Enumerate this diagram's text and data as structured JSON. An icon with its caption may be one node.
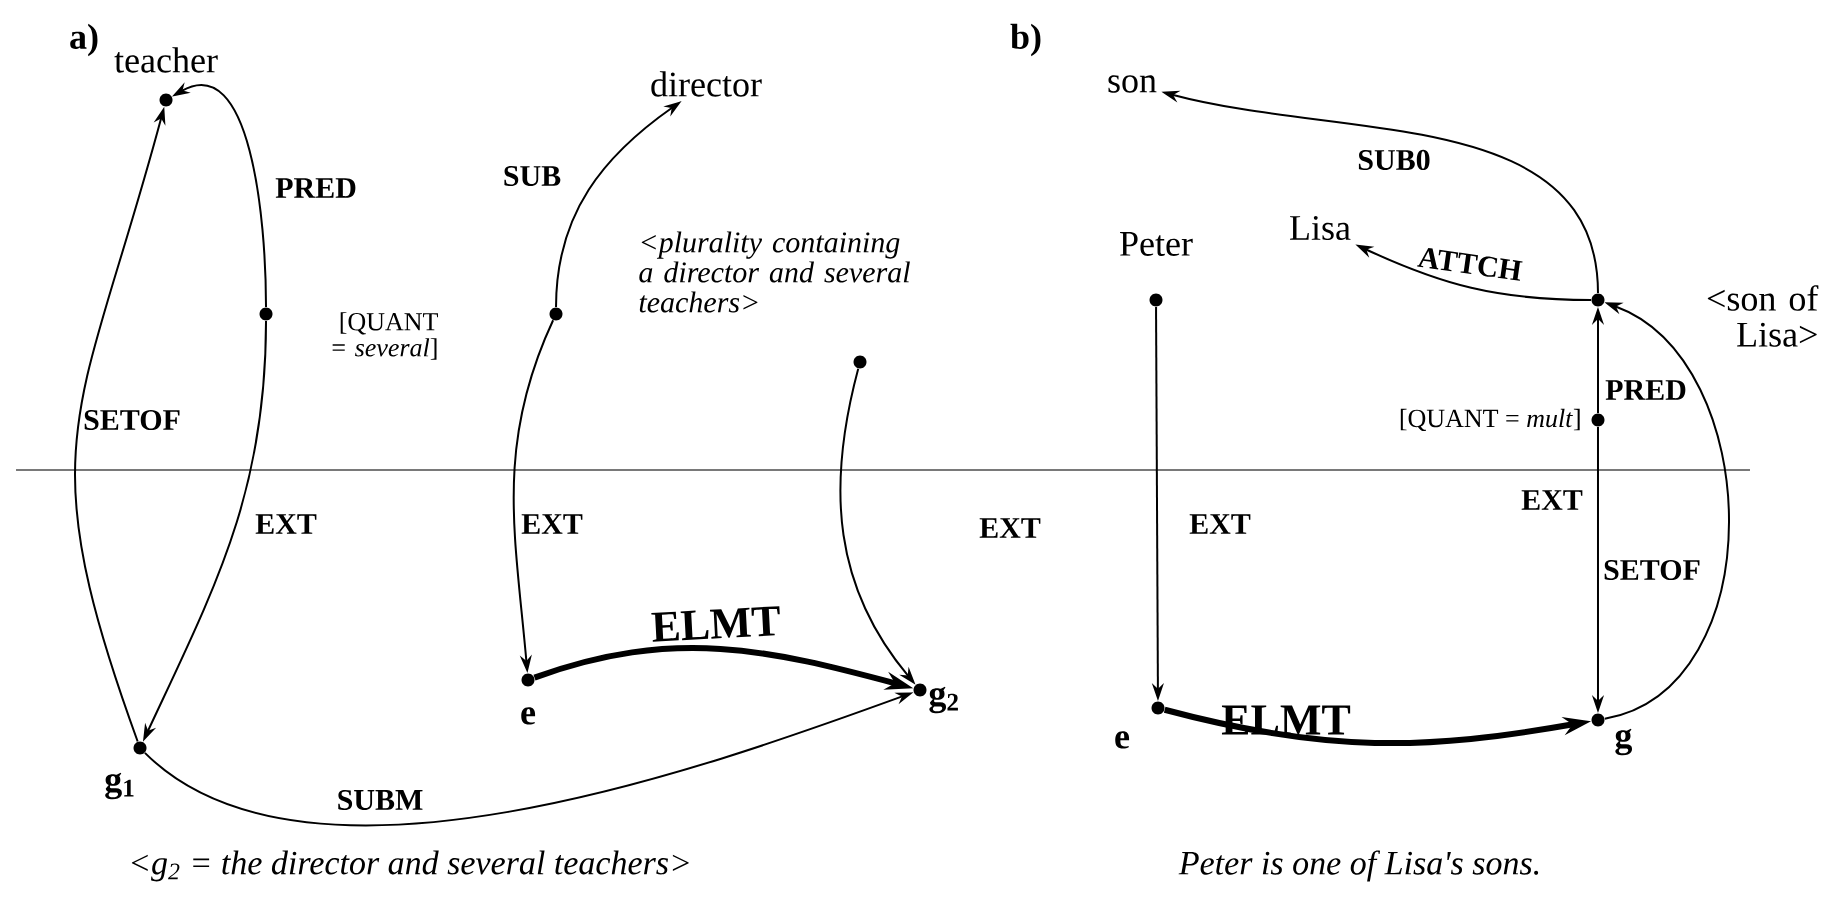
{
  "diagram": {
    "nodes": [
      {
        "text": [
          "teacher"
        ]
      },
      {
        "text": [
          "[QUANT = *several*]"
        ]
      },
      {
        "text": [
          "director"
        ]
      },
      {
        "text": [],
        "shape": "circle"
      },
      {
        "text": [
          "<plurality containing a director and several teachers>"
        ]
      },
      {
        "text": [
          "e"
        ]
      },
      {
        "text": [
          "g$_{2}$"
        ]
      },
      {
        "text": [
          "g$_{1}$"
        ]
      },
      {
        "text": [
          "son"
        ]
      },
      {
        "text": [
          "Lisa"
        ]
      },
      {
        "text": [
          "Peter"
        ]
      },
      {
        "text": [
          "<son of Lisa>"
        ]
      },
      {
        "text": [
          "[QUANT = *mult*]"
        ]
      },
      {
        "text": [
          "e"
        ]
      },
      {
        "text": [
          "g"
        ]
      }
    ],
    "edges": [
      {
        "from": 7,
        "to": 0,
        "arrow": "to",
        "label": "SETOF"
      },
      {
        "from": 1,
        "to": 0,
        "arrow": "to",
        "label": "PRED"
      },
      {
        "from": 1,
        "to": 7,
        "arrow": "to",
        "label": "EXT"
      },
      {
        "from": 3,
        "to": 2,
        "arrow": "to",
        "label": "SUB"
      },
      {
        "from": 3,
        "to": 5,
        "arrow": "to",
        "label": "EXT"
      },
      {
        "from": 4,
        "to": 6,
        "arrow": "to",
        "label": "EXT"
      },
      {
        "from": 5,
        "to": 6,
        "arrow": "to",
        "label": "ELMT",
        "style": "thick"
      },
      {
        "from": 7,
        "to": 6,
        "arrow": "to",
        "label": "SUBM"
      },
      {
        "from": 11,
        "to": 8,
        "arrow": "to",
        "label": "SUB0"
      },
      {
        "from": 11,
        "to": 9,
        "arrow": "to",
        "label": "ATTCH"
      },
      {
        "from": 12,
        "to": 11,
        "arrow": "to",
        "label": "PRED"
      },
      {
        "from": 12,
        "to": 14,
        "arrow": "to",
        "label": "EXT"
      },
      {
        "from": 10,
        "to": 13,
        "arrow": "to",
        "label": "EXT"
      },
      {
        "from": 13,
        "to": 14,
        "arrow": "to",
        "label": "ELMT",
        "style": "thick"
      },
      {
        "from": 14,
        "to": 11,
        "arrow": "to",
        "label": "SETOF"
      }
    ],
    "labels": [
      "a)",
      "b)",
      "<g$_{2}$ = the director and several teachers>",
      "Peter is one of Lisa's sons."
    ]
  }
}
